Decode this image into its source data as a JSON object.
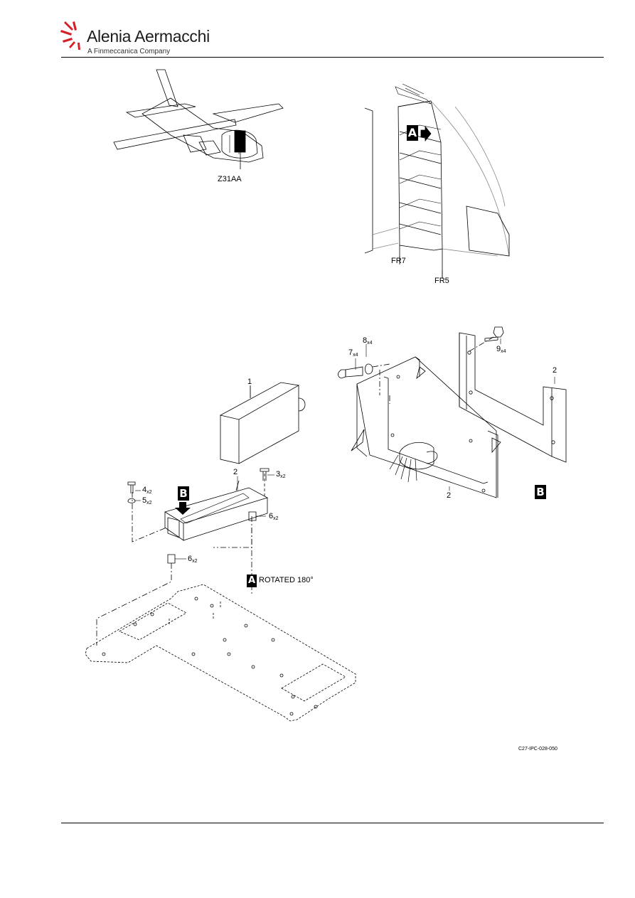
{
  "header": {
    "brand": "Alenia Aermacchi",
    "tagline": "A Finmeccanica Company"
  },
  "views": {
    "aircraft_zone": "Z31AA",
    "frame_fwd": "FR7",
    "frame_aft": "FR5",
    "view_a_letter": "A",
    "view_b_letter": "B",
    "rotated_note": "ROTATED 180°"
  },
  "items": [
    {
      "no": "1",
      "qty": ""
    },
    {
      "no": "2",
      "qty": ""
    },
    {
      "no": "3",
      "qty": "x2"
    },
    {
      "no": "4",
      "qty": "x2"
    },
    {
      "no": "5",
      "qty": "x2"
    },
    {
      "no": "6",
      "qty": "x2"
    },
    {
      "no": "7",
      "qty": "x4"
    },
    {
      "no": "8",
      "qty": "x4"
    },
    {
      "no": "9",
      "qty": "x4"
    }
  ],
  "footer": {
    "figure_ref": "C27-IPC-028-050"
  },
  "colors": {
    "line": "#000000",
    "faint_line": "#999999",
    "logo_accent": "#d42027"
  }
}
